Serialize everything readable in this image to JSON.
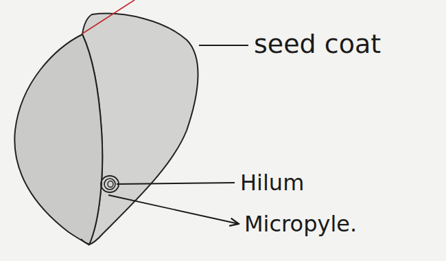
{
  "diagram": {
    "labels": [
      "seed coat",
      "Hilum",
      "Micropyle."
    ]
  }
}
